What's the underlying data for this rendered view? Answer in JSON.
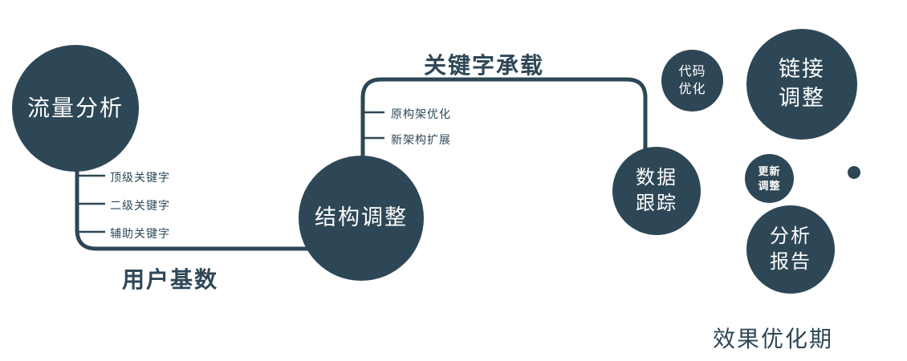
{
  "colors": {
    "node_fill": "#2e4756",
    "node_text": "#ffffff",
    "label_text": "#2e4756",
    "background": "#ffffff"
  },
  "nodes": {
    "traffic": {
      "label": "流量分析"
    },
    "structure": {
      "label": "结构调整"
    },
    "data_tracking": {
      "label": "数据\n跟踪"
    },
    "code_optimization": {
      "label": "代码\n优化"
    },
    "link_adjustment": {
      "label": "链接\n调整"
    },
    "update_adjustment": {
      "label": "更新\n调整"
    },
    "analysis_report": {
      "label": "分析\n报告"
    }
  },
  "edge_labels": {
    "user_base": "用户基数",
    "keyword_carrying": "关键字承载"
  },
  "branches": {
    "traffic": [
      "顶级关键字",
      "二级关键字",
      "辅助关键字"
    ],
    "structure": [
      "原构架优化",
      "新架构扩展"
    ]
  },
  "footer": {
    "label": "效果优化期"
  }
}
